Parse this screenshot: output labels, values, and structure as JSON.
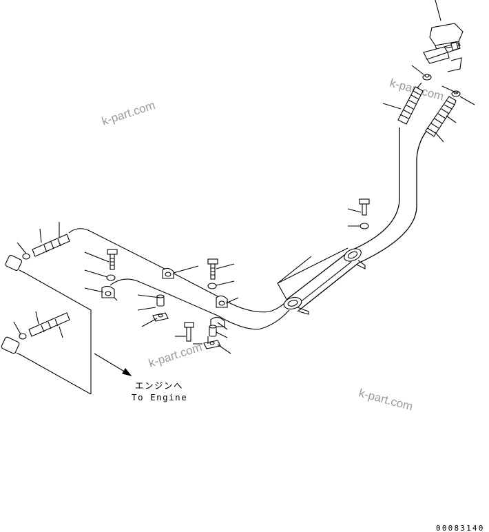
{
  "labels": {
    "engine_jp": "エンジンへ",
    "engine_en": "To Engine"
  },
  "watermarks": [
    "k-part.com",
    "k-part.com",
    "k-part.com",
    "k-part.com"
  ],
  "drawing_code": "00083140",
  "colors": {
    "line": "#000000",
    "watermark": "#9a9a9a",
    "background": "#ffffff"
  }
}
